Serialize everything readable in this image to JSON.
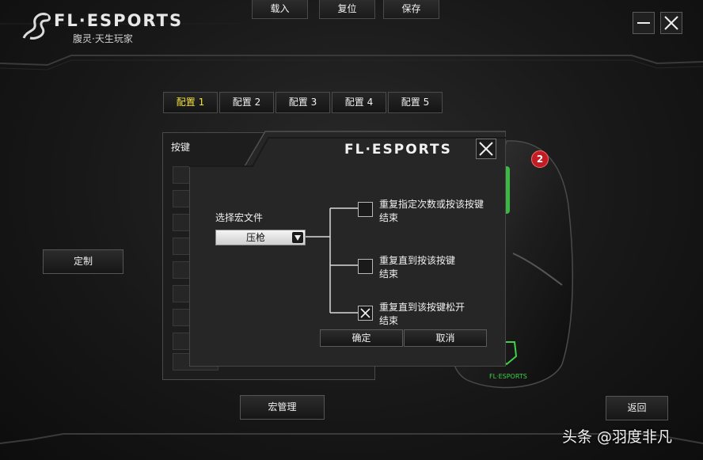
{
  "app": {
    "brand": "FL·ESPORTS",
    "slogan": "腹灵·天生玩家"
  },
  "toolbar": {
    "load_label": "载入",
    "reset_label": "复位",
    "save_label": "保存"
  },
  "window": {
    "minimize_label": "—",
    "close_label": "✕"
  },
  "tabs": [
    {
      "label": "配置 1",
      "active": true
    },
    {
      "label": "配置 2",
      "active": false
    },
    {
      "label": "配置 3",
      "active": false
    },
    {
      "label": "配置 4",
      "active": false
    },
    {
      "label": "配置 5",
      "active": false
    }
  ],
  "left_panel": {
    "title": "按键"
  },
  "side_buttons": {
    "customize_label": "定制",
    "macro_manage_label": "宏管理",
    "back_label": "返回"
  },
  "mouse": {
    "badge": "2",
    "brand_small": "FL·ESPORTS"
  },
  "dialog": {
    "brand": "FL·ESPORTS",
    "select_label": "选择宏文件",
    "selected_macro": "压枪",
    "options": [
      {
        "text": "重复指定次数或按该按键结束",
        "checked": false
      },
      {
        "text": "重复直到按该按键结束",
        "checked": false
      },
      {
        "text": "重复直到该按键松开结束",
        "checked": true
      }
    ],
    "ok_label": "确定",
    "cancel_label": "取消",
    "accent_color": "#3fd24a"
  },
  "watermark": "头条 @羽度非凡"
}
